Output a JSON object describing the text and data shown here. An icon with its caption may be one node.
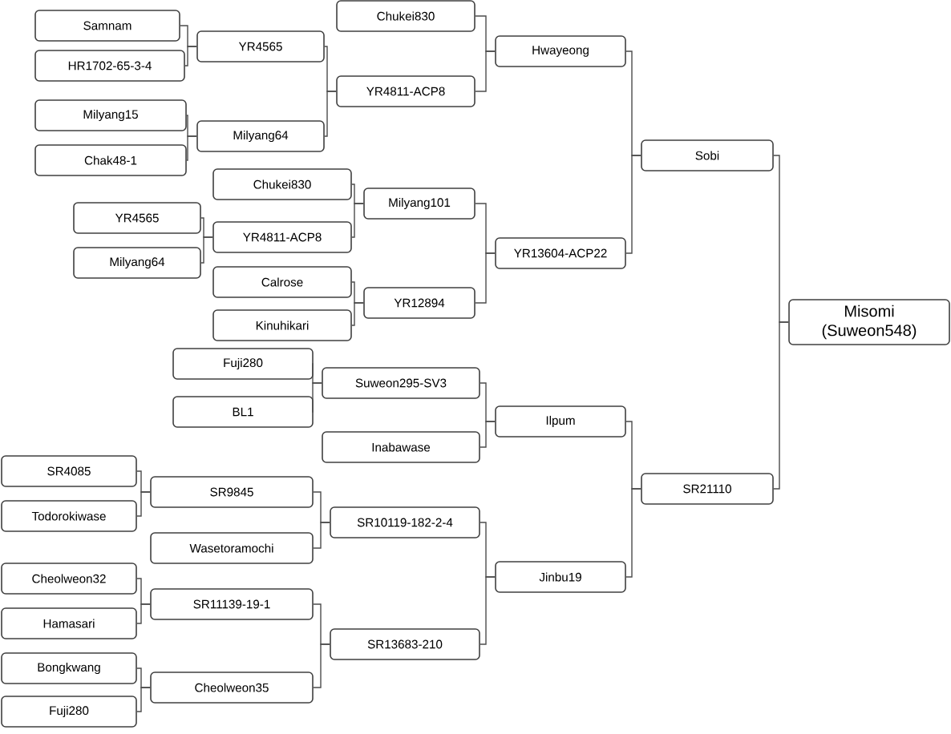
{
  "diagram": {
    "nodes": [
      {
        "text": [
          "Samnam"
        ]
      },
      {
        "text": [
          "HR1702-65-3-4"
        ]
      },
      {
        "text": [
          "YR4565"
        ]
      },
      {
        "text": [
          "Milyang15"
        ]
      },
      {
        "text": [
          "Chak48-1"
        ]
      },
      {
        "text": [
          "Milyang64"
        ]
      },
      {
        "text": [
          "Chukei830"
        ]
      },
      {
        "text": [
          "YR4811-ACP8"
        ]
      },
      {
        "text": [
          "Hwayeong"
        ]
      },
      {
        "text": [
          "Chukei830"
        ]
      },
      {
        "text": [
          "YR4565"
        ]
      },
      {
        "text": [
          "Milyang64"
        ]
      },
      {
        "text": [
          "YR4811-ACP8"
        ]
      },
      {
        "text": [
          "Milyang101"
        ]
      },
      {
        "text": [
          "Calrose"
        ]
      },
      {
        "text": [
          "Kinuhikari"
        ]
      },
      {
        "text": [
          "YR12894"
        ]
      },
      {
        "text": [
          "YR13604-ACP22"
        ]
      },
      {
        "text": [
          "Sobi"
        ]
      },
      {
        "text": [
          "Fuji280"
        ]
      },
      {
        "text": [
          "BL1"
        ]
      },
      {
        "text": [
          "Suweon295-SV3"
        ]
      },
      {
        "text": [
          "Inabawase"
        ]
      },
      {
        "text": [
          "Ilpum"
        ]
      },
      {
        "text": [
          "SR4085"
        ]
      },
      {
        "text": [
          "Todorokiwase"
        ]
      },
      {
        "text": [
          "SR9845"
        ]
      },
      {
        "text": [
          "Wasetoramochi"
        ]
      },
      {
        "text": [
          "SR10119-182-2-4"
        ]
      },
      {
        "text": [
          "Jinbu19"
        ]
      },
      {
        "text": [
          "Cheolweon32"
        ]
      },
      {
        "text": [
          "Hamasari"
        ]
      },
      {
        "text": [
          "SR11139-19-1"
        ]
      },
      {
        "text": [
          "Bongkwang"
        ]
      },
      {
        "text": [
          "Fuji280"
        ]
      },
      {
        "text": [
          "Cheolweon35"
        ]
      },
      {
        "text": [
          "SR13683-210"
        ]
      },
      {
        "text": [
          "SR21110"
        ]
      },
      {
        "text": [
          "Misomi (Suweon548)"
        ]
      }
    ],
    "edges": [
      {
        "from": 0,
        "to": 2,
        "arrow": "none"
      },
      {
        "from": 1,
        "to": 2,
        "arrow": "none"
      },
      {
        "from": 3,
        "to": 5,
        "arrow": "none"
      },
      {
        "from": 4,
        "to": 5,
        "arrow": "none"
      },
      {
        "from": 2,
        "to": 7,
        "arrow": "none"
      },
      {
        "from": 5,
        "to": 7,
        "arrow": "none"
      },
      {
        "from": 6,
        "to": 8,
        "arrow": "none"
      },
      {
        "from": 7,
        "to": 8,
        "arrow": "none"
      },
      {
        "from": 10,
        "to": 12,
        "arrow": "none"
      },
      {
        "from": 11,
        "to": 12,
        "arrow": "none"
      },
      {
        "from": 9,
        "to": 13,
        "arrow": "none"
      },
      {
        "from": 12,
        "to": 13,
        "arrow": "none"
      },
      {
        "from": 14,
        "to": 16,
        "arrow": "none"
      },
      {
        "from": 15,
        "to": 16,
        "arrow": "none"
      },
      {
        "from": 13,
        "to": 17,
        "arrow": "none"
      },
      {
        "from": 16,
        "to": 17,
        "arrow": "none"
      },
      {
        "from": 8,
        "to": 18,
        "arrow": "none"
      },
      {
        "from": 17,
        "to": 18,
        "arrow": "none"
      },
      {
        "from": 19,
        "to": 21,
        "arrow": "none"
      },
      {
        "from": 20,
        "to": 21,
        "arrow": "none"
      },
      {
        "from": 21,
        "to": 23,
        "arrow": "none"
      },
      {
        "from": 22,
        "to": 23,
        "arrow": "none"
      },
      {
        "from": 24,
        "to": 26,
        "arrow": "none"
      },
      {
        "from": 25,
        "to": 26,
        "arrow": "none"
      },
      {
        "from": 26,
        "to": 28,
        "arrow": "none"
      },
      {
        "from": 27,
        "to": 28,
        "arrow": "none"
      },
      {
        "from": 30,
        "to": 32,
        "arrow": "none"
      },
      {
        "from": 31,
        "to": 32,
        "arrow": "none"
      },
      {
        "from": 33,
        "to": 35,
        "arrow": "none"
      },
      {
        "from": 34,
        "to": 35,
        "arrow": "none"
      },
      {
        "from": 32,
        "to": 36,
        "arrow": "none"
      },
      {
        "from": 35,
        "to": 36,
        "arrow": "none"
      },
      {
        "from": 28,
        "to": 29,
        "arrow": "none"
      },
      {
        "from": 36,
        "to": 29,
        "arrow": "none"
      },
      {
        "from": 23,
        "to": 37,
        "arrow": "none"
      },
      {
        "from": 29,
        "to": 37,
        "arrow": "none"
      },
      {
        "from": 18,
        "to": 38,
        "arrow": "none"
      },
      {
        "from": 37,
        "to": 38,
        "arrow": "none"
      }
    ]
  }
}
